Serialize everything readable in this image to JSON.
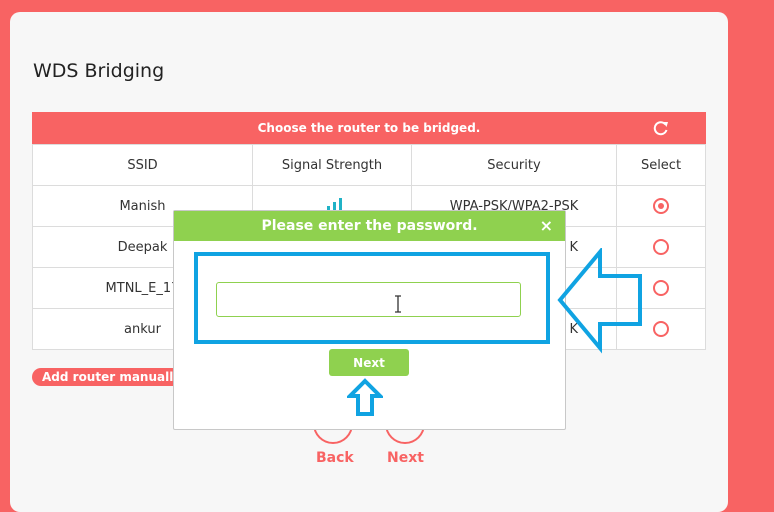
{
  "page": {
    "title": "WDS Bridging",
    "banner_text": "Choose the router to be bridged.",
    "columns": [
      "SSID",
      "Signal Strength",
      "Security",
      "Select"
    ],
    "rows": [
      {
        "ssid": "Manish",
        "security": "WPA-PSK/WPA2-PSK",
        "selected": true
      },
      {
        "ssid": "Deepak",
        "security": "K",
        "selected": false
      },
      {
        "ssid": "MTNL_E_17",
        "security": "",
        "selected": false
      },
      {
        "ssid": "ankur",
        "security": "K",
        "selected": false
      }
    ],
    "add_router_label": "Add router manually",
    "back_label": "Back",
    "next_label": "Next"
  },
  "dialog": {
    "title": "Please enter the password.",
    "close_glyph": "×",
    "password_value": "",
    "next_label": "Next"
  },
  "colors": {
    "brand": "#f86363",
    "dialog_accent": "#8fd14f",
    "annotation": "#10a3e2"
  }
}
